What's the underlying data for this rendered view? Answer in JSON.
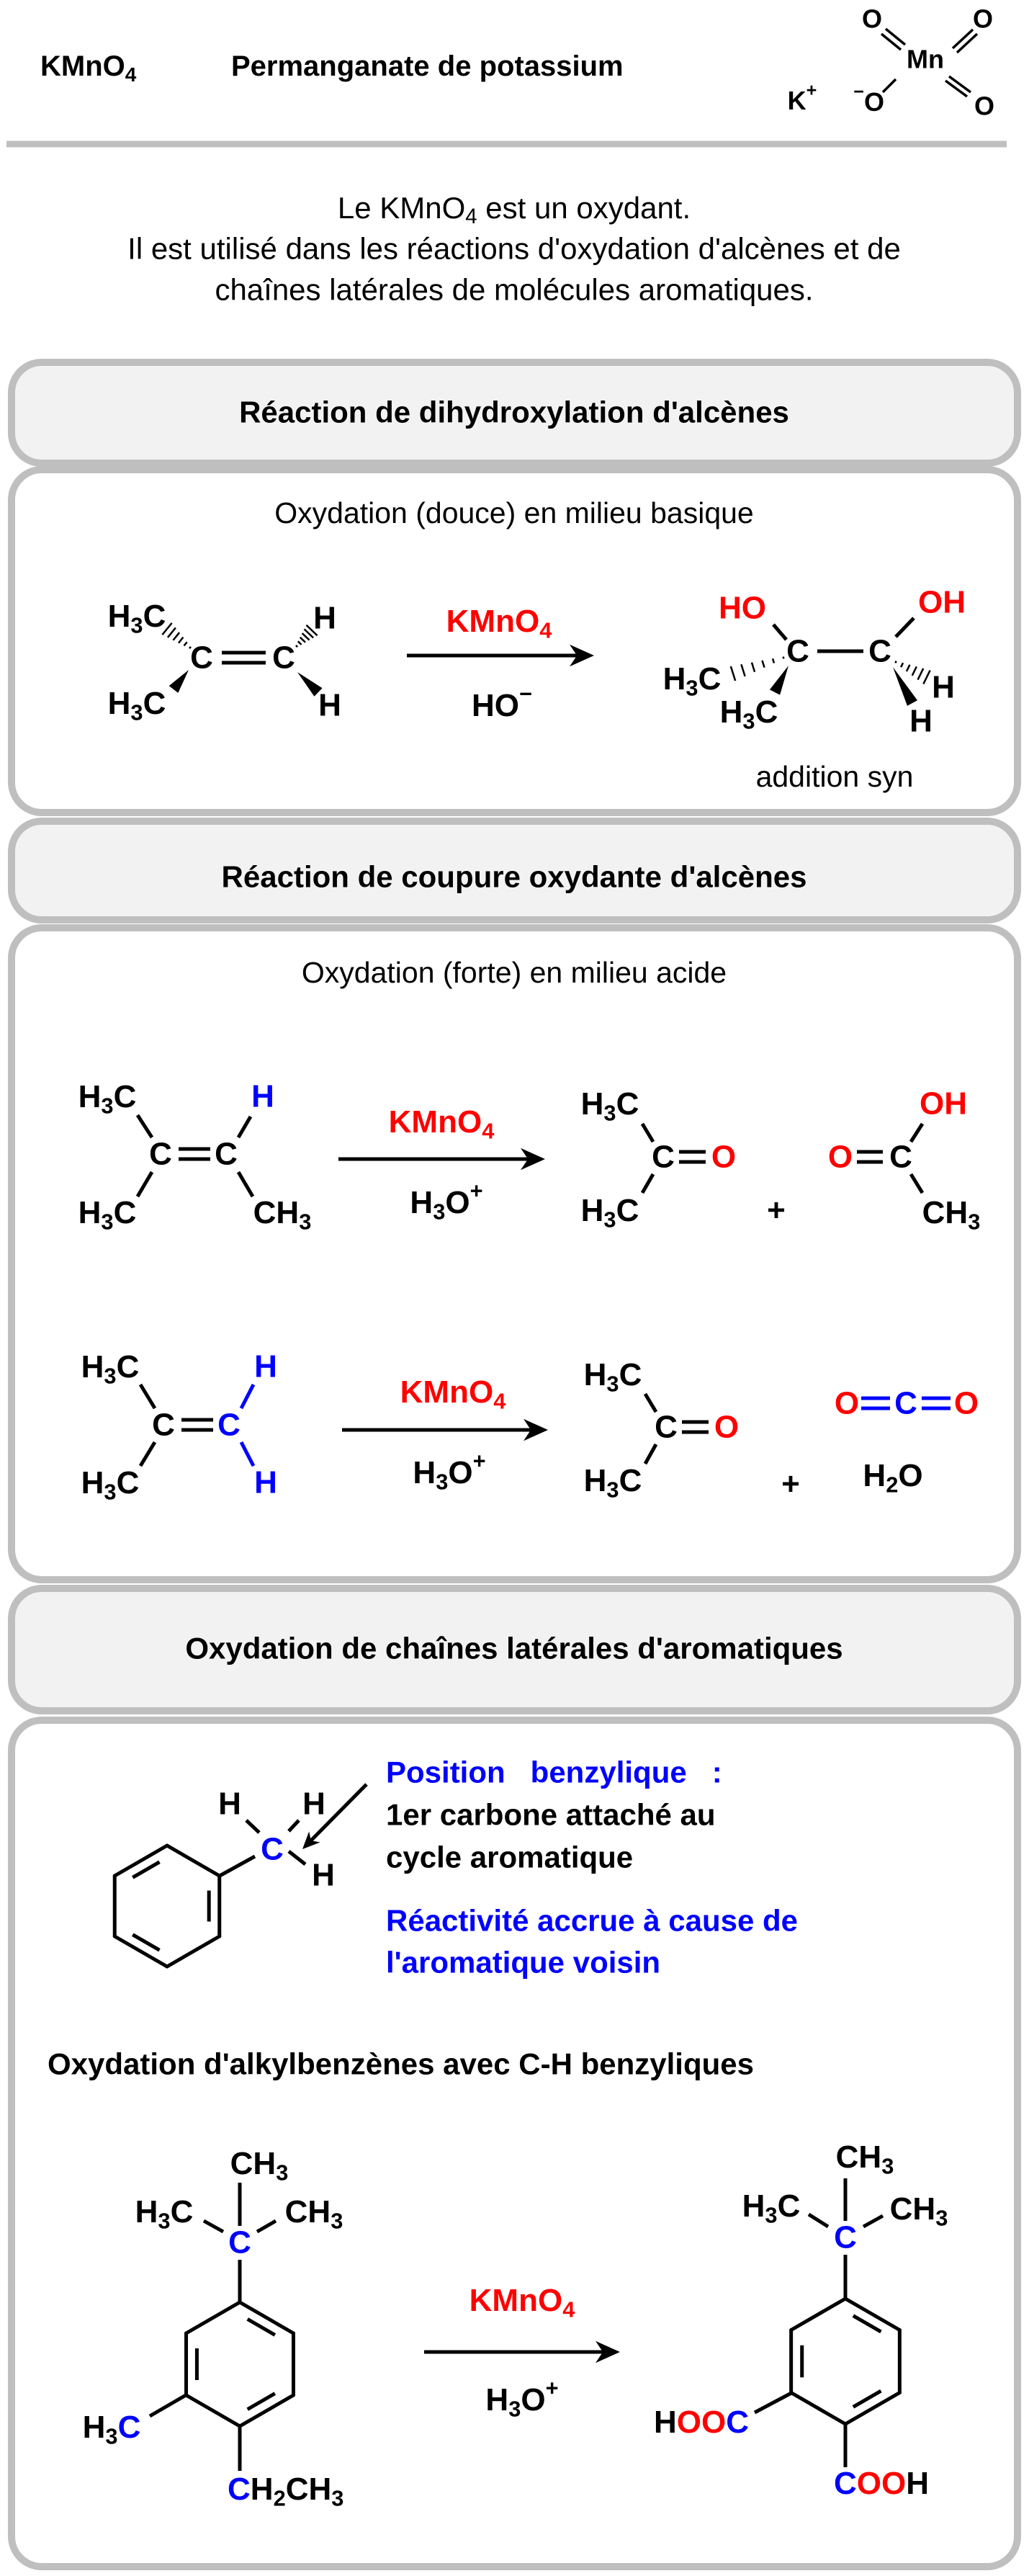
{
  "colors": {
    "red": "#ff0000",
    "blue": "#0000ff",
    "border": "#bfbfbf",
    "header_fill": "#f2f2f2"
  },
  "header": {
    "formula": "KMnO4",
    "name": "Permanganate de potassium",
    "structure": {
      "cation": "K+",
      "o_minus": "−O",
      "mn": "Mn",
      "o_top_left": "O",
      "o_top_right": "O",
      "o_bottom_right": "O"
    }
  },
  "intro": {
    "line1_pre": "Le ",
    "line1_formula": "KMnO4",
    "line1_post": " est un oxydant.",
    "line2": "Il est utilisé dans les réactions d'oxydation d'alcènes et de",
    "line3": "chaînes latérales de molécules aromatiques."
  },
  "s1": {
    "title": "Réaction de dihydroxylation d'alcènes",
    "subtitle": "Oxydation (douce) en milieu basique",
    "reactant": {
      "me_top": "H3C",
      "me_bottom": "H3C",
      "c1": "C",
      "c2": "C",
      "h_top": "H",
      "h_bottom": "H"
    },
    "reagent": "KMnO4",
    "condition": "HO-",
    "product": {
      "ho": "HO",
      "oh": "OH",
      "c1": "C",
      "c2": "C",
      "me_left": "H3C",
      "me_bottom": "H3C",
      "h_right": "H",
      "h_bottom": "H"
    },
    "note": "addition syn"
  },
  "s2": {
    "title": "Réaction de coupure oxydante d'alcènes",
    "subtitle": "Oxydation (forte) en milieu acide",
    "r1": {
      "reactant": {
        "me_top": "H3C",
        "me_bottom": "H3C",
        "c1": "C",
        "c2": "C",
        "h": "H",
        "me_right": "CH3"
      },
      "reagent": "KMnO4",
      "condition": "H3O+",
      "ketone": {
        "me_top": "H3C",
        "me_bottom": "H3C",
        "c": "C",
        "o": "O"
      },
      "plus": "+",
      "acid": {
        "o": "O",
        "c": "C",
        "oh": "OH",
        "me": "CH3"
      }
    },
    "r2": {
      "reactant": {
        "me_top": "H3C",
        "me_bottom": "H3C",
        "c1": "C",
        "c2": "C",
        "h_top": "H",
        "h_bottom": "H"
      },
      "reagent": "KMnO4",
      "condition": "H3O+",
      "ketone": {
        "me_top": "H3C",
        "me_bottom": "H3C",
        "c": "C",
        "o": "O"
      },
      "plus": "+",
      "co2": {
        "o1": "O",
        "c": "C",
        "o2": "O"
      },
      "water": "H2O"
    }
  },
  "s3": {
    "title": "Oxydation de chaînes latérales d'aromatiques",
    "benzyl": {
      "h1": "H",
      "h2": "H",
      "h3": "H",
      "c": "C"
    },
    "explain": {
      "position": "Position   benzylique   :",
      "line2": "1er carbone attaché au",
      "line3": "cycle aromatique",
      "line4": "Réactivité accrue à cause de",
      "line5": "l'aromatique voisin"
    },
    "subtitle": "Oxydation d'alkylbenzènes avec C-H benzyliques",
    "reactant": {
      "me_top": "CH3",
      "me_left": "H3C",
      "me_right": "CH3",
      "c_quat": "C",
      "ring_me_h": "H3",
      "ring_me_c": "C",
      "ethyl_c": "C",
      "ethyl_rest": "H2CH3"
    },
    "reagent": "KMnO4",
    "condition": "H3O+",
    "product": {
      "me_top": "CH3",
      "me_left": "H3C",
      "me_right": "CH3",
      "c_quat": "C",
      "acid1_h": "H",
      "acid1_oo": "OO",
      "acid1_c": "C",
      "acid2_c": "C",
      "acid2_oo": "OO",
      "acid2_h": "H"
    }
  }
}
